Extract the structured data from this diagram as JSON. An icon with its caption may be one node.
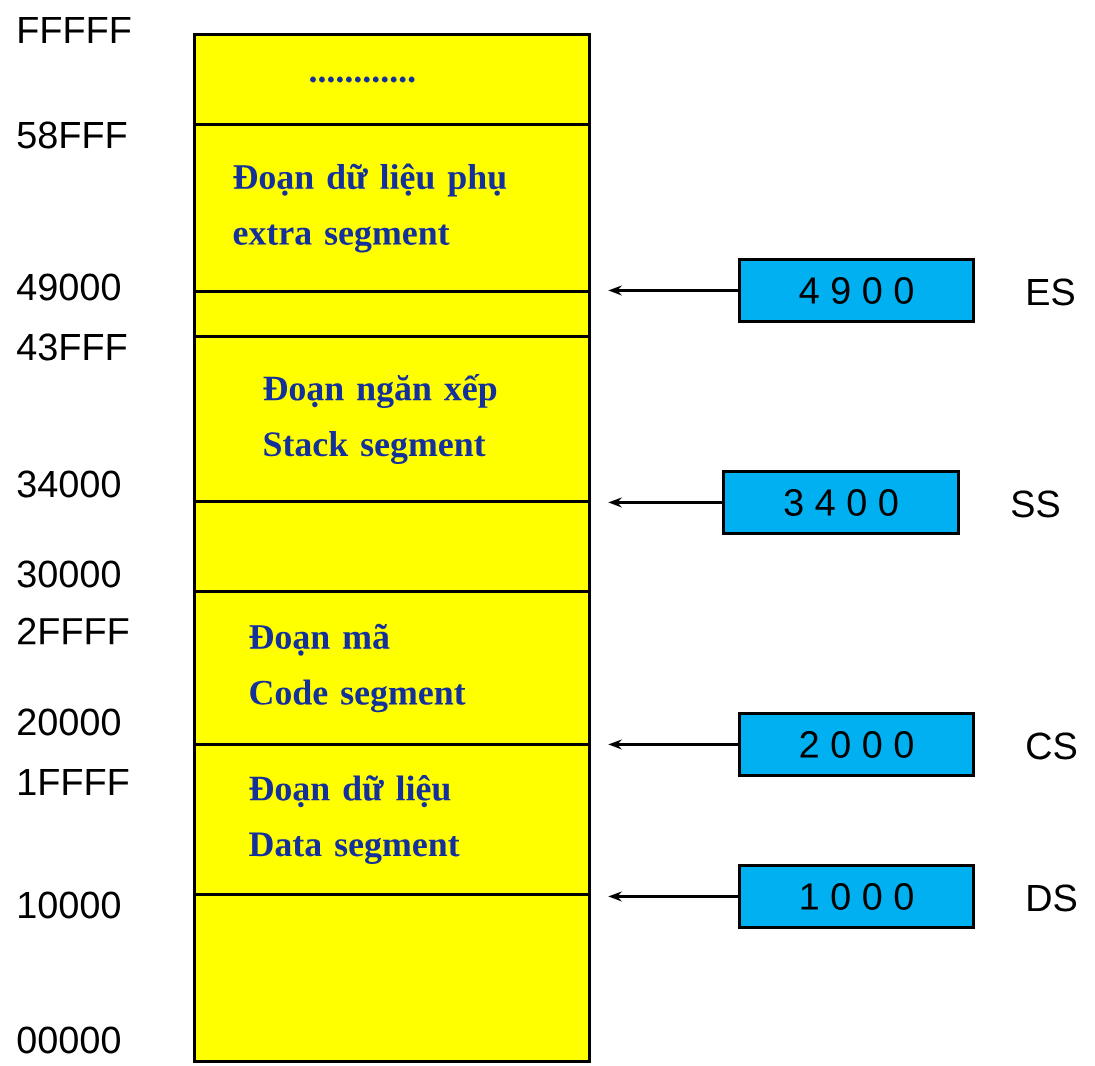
{
  "diagram": {
    "nodes": [
      {
        "text": [
          "............"
        ]
      },
      {
        "text": [
          "Đoạn dữ liệu phụ",
          "extra  segment"
        ]
      },
      {
        "text": [],
        "shape": "box"
      },
      {
        "text": [
          "Đoạn ngăn xếp",
          "Stack segment"
        ]
      },
      {
        "text": [],
        "shape": "box"
      },
      {
        "text": [
          "Đoạn mã",
          "Code segment"
        ]
      },
      {
        "text": [
          "Đoạn dữ liệu",
          "Data segment"
        ]
      },
      {
        "text": [],
        "shape": "box"
      },
      {
        "text": [
          "4 9 0 0"
        ],
        "beside": [
          "ES"
        ]
      },
      {
        "text": [
          "3 4 0 0"
        ],
        "beside": [
          "SS"
        ]
      },
      {
        "text": [
          "2 0 0 0"
        ],
        "beside": [
          "CS"
        ]
      },
      {
        "text": [
          "1 0 0 0"
        ],
        "beside": [
          "DS"
        ]
      }
    ],
    "edges": [
      {
        "from": 8,
        "to": 1,
        "arrow": "to"
      },
      {
        "from": 9,
        "to": 3,
        "arrow": "to"
      },
      {
        "from": 10,
        "to": 5,
        "arrow": "to"
      },
      {
        "from": 11,
        "to": 6,
        "arrow": "to"
      }
    ],
    "labels": [
      "FFFFF",
      "58FFF",
      "49000",
      "43FFF",
      "34000",
      "30000",
      "2FFFF",
      "20000",
      "1FFFF",
      "10000",
      "00000"
    ]
  }
}
